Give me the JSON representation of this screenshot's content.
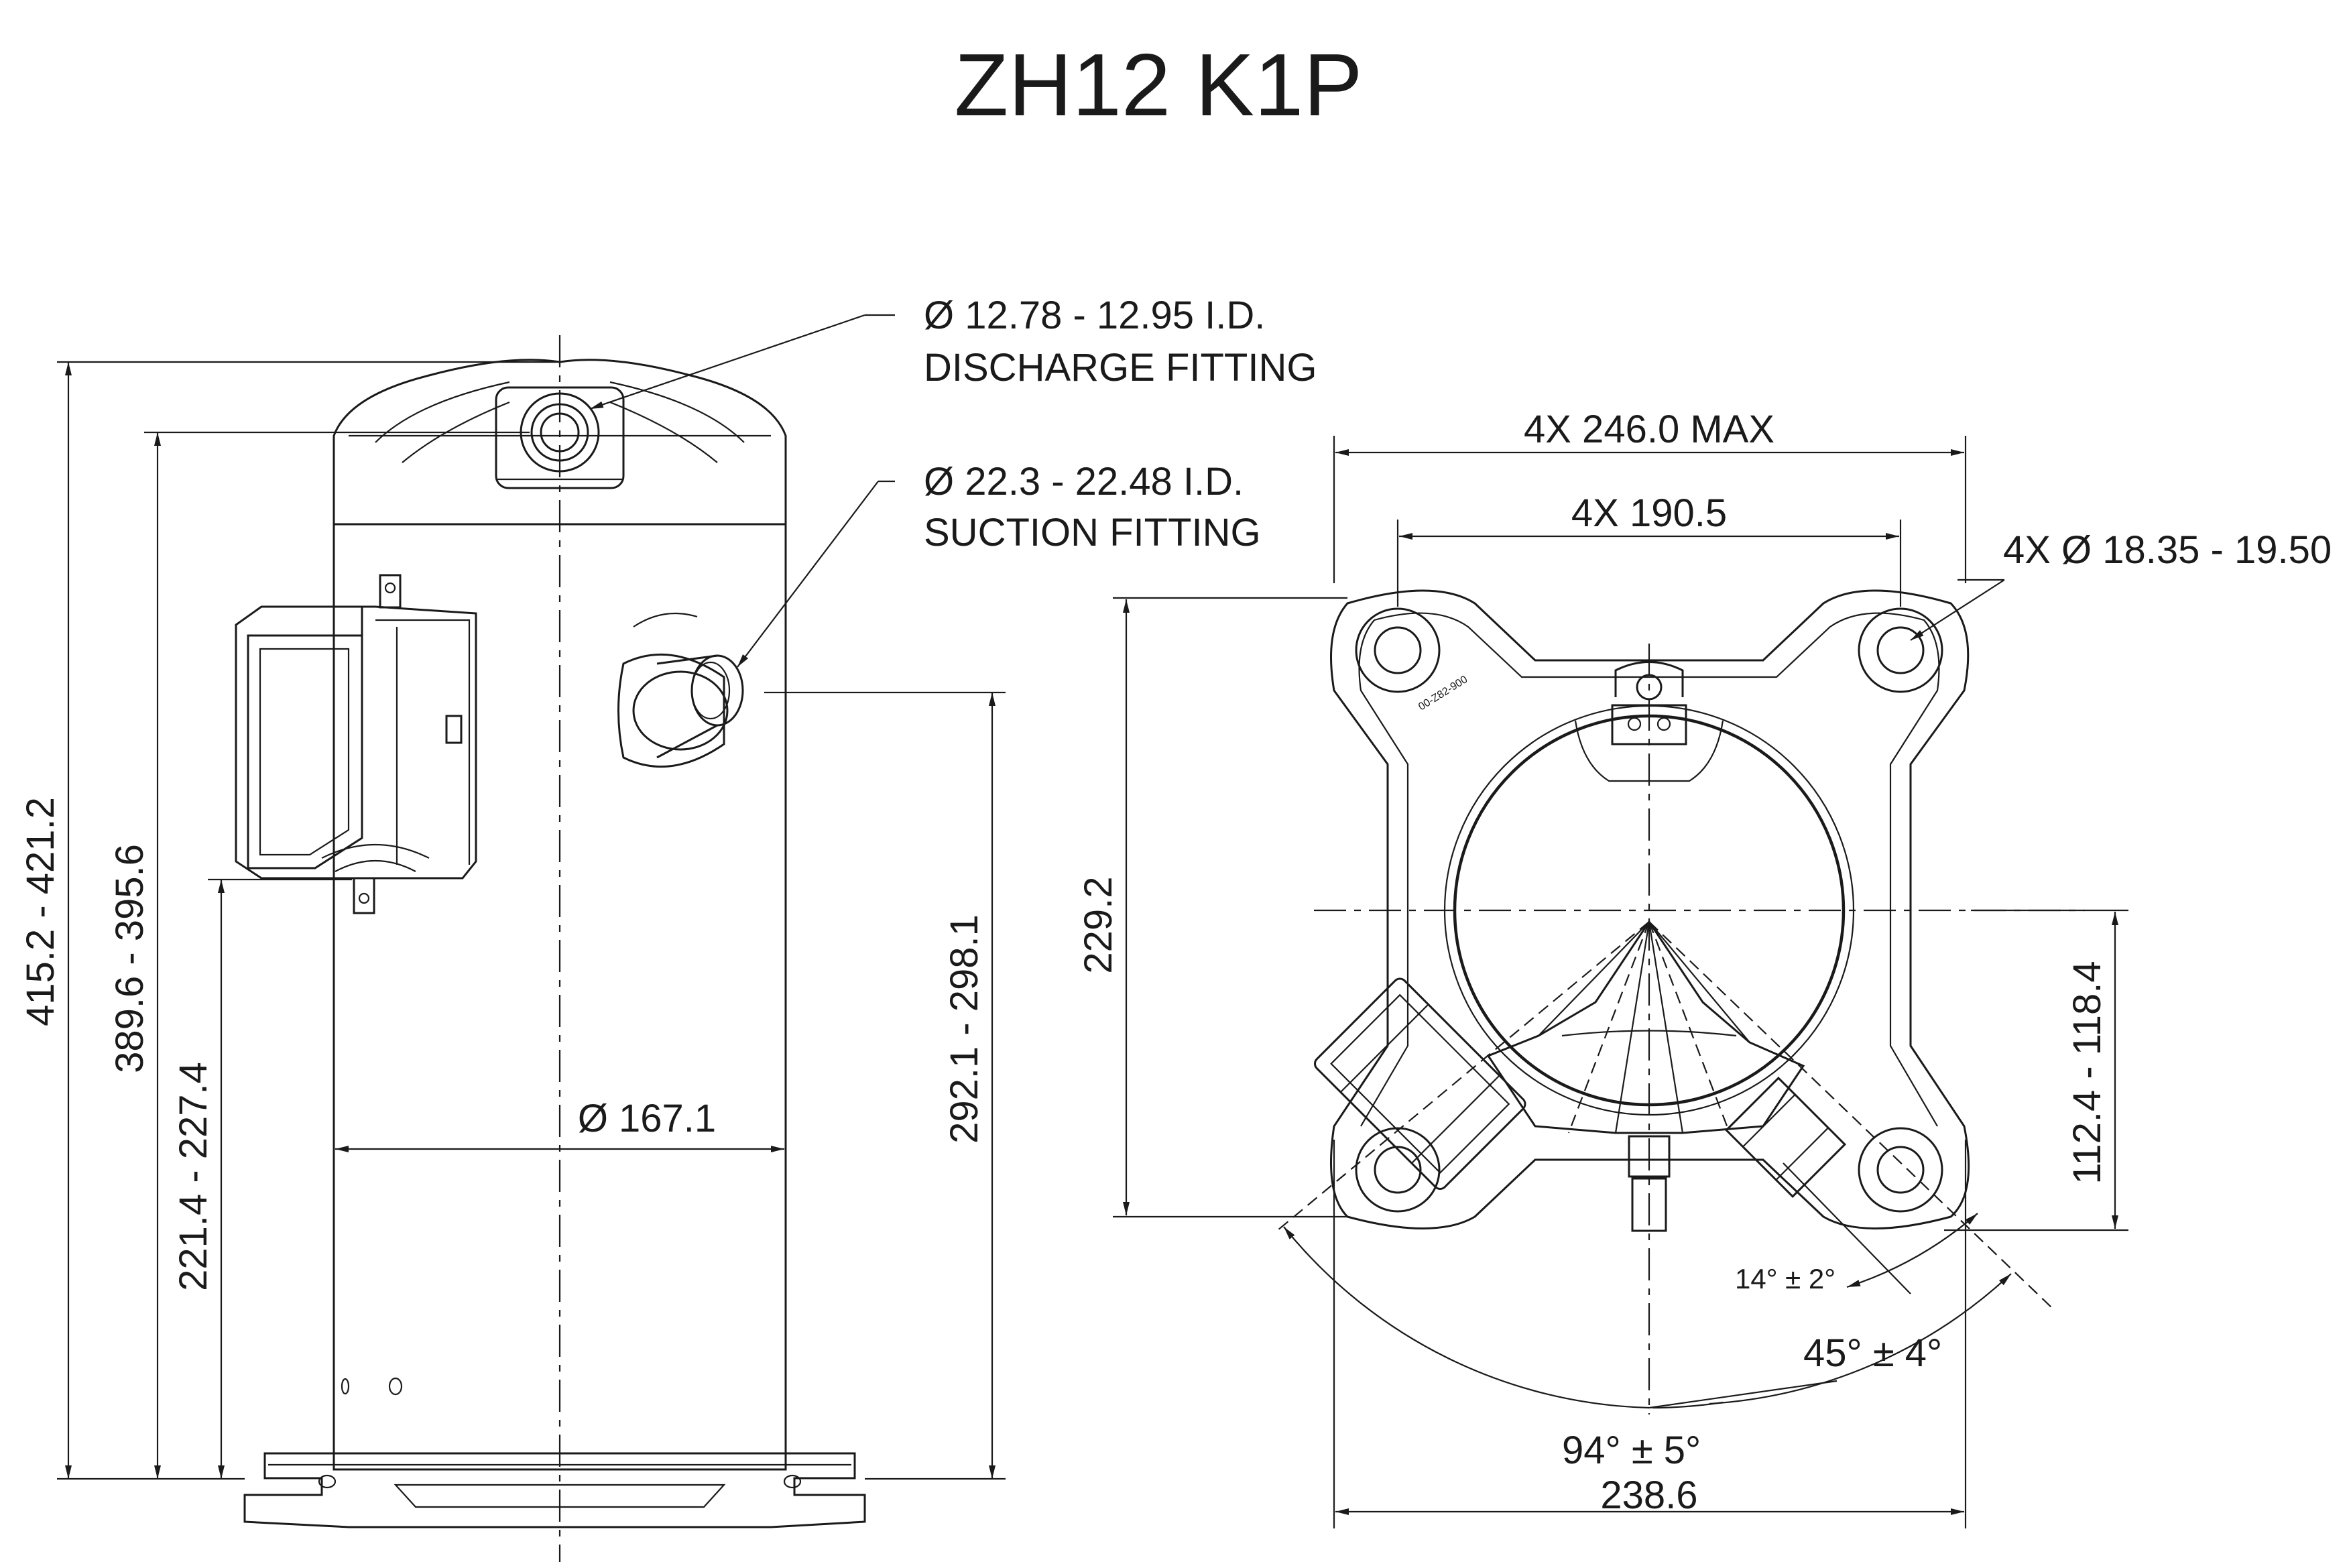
{
  "title": "ZH12 K1P",
  "callouts": {
    "discharge_dia": "Ø 12.78 - 12.95 I.D.",
    "discharge_name": "DISCHARGE FITTING",
    "suction_dia": "Ø 22.3 - 22.48 I.D.",
    "suction_name": "SUCTION FITTING"
  },
  "side_view": {
    "overall_height": "415.2 - 421.2",
    "discharge_height": "389.6 - 395.6",
    "terminal_height": "221.4 - 227.4",
    "suction_height": "292.1 - 298.1",
    "shell_diameter": "Ø 167.1"
  },
  "top_view": {
    "max_width": "4X 246.0 MAX",
    "bolt_spacing": "4X 190.5",
    "mount_holes": "4X Ø 18.35 - 19.50",
    "depth": "229.2",
    "center_offset": "112.4 - 118.4",
    "angle_small": "14° ± 2°",
    "angle_mid": "45° ± 4°",
    "angle_large": "94° ± 5°",
    "base_width": "238.6",
    "part_mark": "00-Z82-900"
  },
  "colors": {
    "ink": "#1a1a1a",
    "background": "#ffffff"
  }
}
